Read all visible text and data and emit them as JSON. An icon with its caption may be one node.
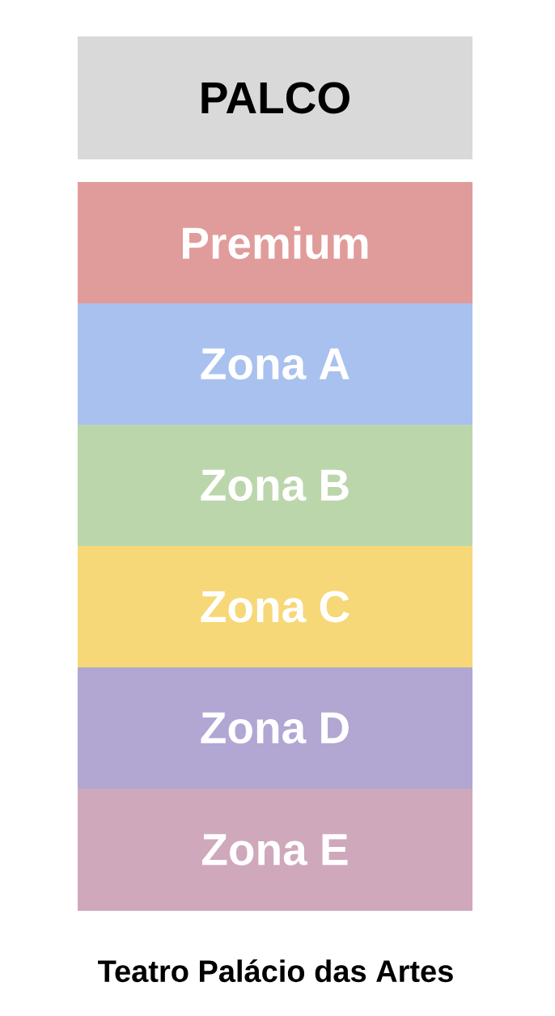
{
  "diagram": {
    "caption": "Teatro Palácio das Artes",
    "nodes": [
      {
        "text": [
          "PALCO"
        ]
      },
      {
        "text": [
          "Premium"
        ]
      },
      {
        "text": [
          "Zona A"
        ]
      },
      {
        "text": [
          "Zona B"
        ]
      },
      {
        "text": [
          "Zona C"
        ]
      },
      {
        "text": [
          "Zona D"
        ]
      },
      {
        "text": [
          "Zona E"
        ]
      }
    ]
  }
}
